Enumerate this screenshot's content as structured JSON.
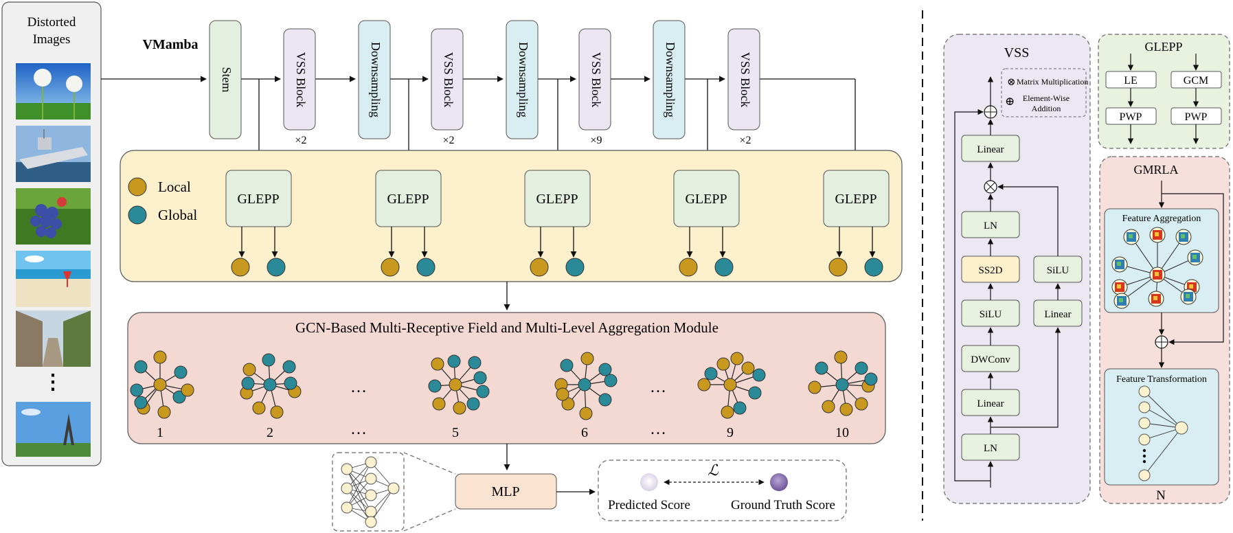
{
  "colors": {
    "stem": "#e3f0df",
    "vss_block": "#ece6f2",
    "downsampling": "#d9eef2",
    "glepp_panel": "#fdf0cc",
    "gcn_panel": "#f4d9d3",
    "local_node": "#c9981e",
    "global_node": "#2a8a98",
    "mlp": "#fbe3d1",
    "vss_panel": "#ece8f3",
    "glepp_detail_panel": "#e9f2df",
    "gmrla_panel": "#f7e0dc",
    "feature_box": "#d8eef3",
    "ss2d": "#fdf0cc",
    "small_box": "#e8f1e0"
  },
  "left_panel": {
    "title_line1": "Distorted",
    "title_line2": "Images",
    "ellipsis": "⋮",
    "images": [
      "dandelions",
      "ship",
      "blueberries",
      "beach",
      "alley",
      "eiffel-tower"
    ]
  },
  "backbone": {
    "label": "VMamba",
    "stem": "Stem",
    "vss_block": "VSS Block",
    "downsampling": "Downsampling",
    "repeats": [
      "×2",
      "×2",
      "×9",
      "×2"
    ]
  },
  "glepp_panel": {
    "legend_local": "Local",
    "legend_global": "Global",
    "module_label": "GLEPP"
  },
  "gcn_panel": {
    "title": "GCN-Based Multi-Receptive Field and Multi-Level Aggregation Module",
    "graph_labels": [
      "1",
      "2",
      "5",
      "6",
      "9",
      "10"
    ],
    "dots": "…"
  },
  "output": {
    "mlp": "MLP",
    "loss_symbol": "ℒ",
    "predicted": "Predicted Score",
    "ground_truth": "Ground Truth Score"
  },
  "vss_detail": {
    "title": "VSS",
    "legend_mult": "Matrix Multiplication",
    "legend_add_line1": "Element-Wise",
    "legend_add_line2": "Addition",
    "mult_symbol": "⊗",
    "add_symbol": "⊕",
    "linear_top": "Linear",
    "ln_mid": "LN",
    "ss2d": "SS2D",
    "silu_left": "SiLU",
    "dwconv": "DWConv",
    "linear_left": "Linear",
    "ln_bottom": "LN",
    "silu_right": "SiLU",
    "linear_right": "Linear"
  },
  "glepp_detail": {
    "title": "GLEPP",
    "le": "LE",
    "gcm": "GCM",
    "pwp_left": "PWP",
    "pwp_right": "PWP"
  },
  "gmrla_detail": {
    "title": "GMRLA",
    "aggregation": "Feature Aggregation",
    "transformation": "Feature Transformation",
    "repeat": "N"
  }
}
